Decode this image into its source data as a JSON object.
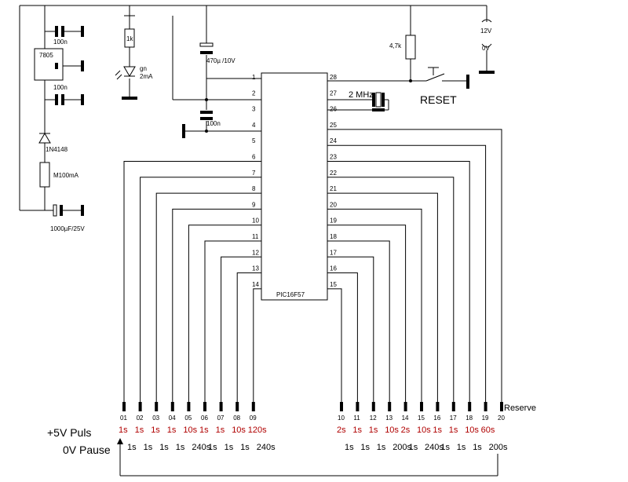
{
  "chip": {
    "name": "PIC16F57"
  },
  "pins_left": [
    "1",
    "2",
    "3",
    "4",
    "5",
    "6",
    "7",
    "8",
    "9",
    "10",
    "11",
    "12",
    "13",
    "14"
  ],
  "pins_right": [
    "28",
    "27",
    "26",
    "25",
    "24",
    "23",
    "22",
    "21",
    "20",
    "19",
    "18",
    "17",
    "16",
    "15"
  ],
  "components": {
    "regulator": "7805",
    "cap_top": "100n",
    "cap_mid": "100n",
    "diode": "1N4148",
    "fuse": "M100mA",
    "cap_bottom": "1000µF/25V",
    "resistor_led": "1k",
    "led_color": "gn",
    "led_current": "2mA",
    "cap_electrolytic": "470µ /10V",
    "cap_chip": "100n",
    "resistor_reset": "4,7k",
    "supply_plus": "12V",
    "supply_minus": "0V",
    "crystal": "2 MHz",
    "reset_label": "RESET"
  },
  "outputs_left": [
    {
      "num": "01",
      "red": "1s",
      "black": "1s"
    },
    {
      "num": "02",
      "red": "1s",
      "black": "1s"
    },
    {
      "num": "03",
      "red": "1s",
      "black": "1s"
    },
    {
      "num": "04",
      "red": "1s",
      "black": "1s"
    },
    {
      "num": "05",
      "red": "10s",
      "black": "240s"
    },
    {
      "num": "06",
      "red": "1s",
      "black": "1s"
    },
    {
      "num": "07",
      "red": "1s",
      "black": "1s"
    },
    {
      "num": "08",
      "red": "10s",
      "black": "1s"
    },
    {
      "num": "09",
      "red": "120s",
      "black": "240s"
    }
  ],
  "outputs_right": [
    {
      "num": "10",
      "red": "2s",
      "black": "1s"
    },
    {
      "num": "11",
      "red": "1s",
      "black": "1s"
    },
    {
      "num": "12",
      "red": "1s",
      "black": "1s"
    },
    {
      "num": "13",
      "red": "10s",
      "black": "200s"
    },
    {
      "num": "14",
      "red": "2s",
      "black": "1s"
    },
    {
      "num": "15",
      "red": "10s",
      "black": "240s"
    },
    {
      "num": "16",
      "red": "1s",
      "black": "1s"
    },
    {
      "num": "17",
      "red": "1s",
      "black": "1s"
    },
    {
      "num": "18",
      "red": "10s",
      "black": "1s"
    },
    {
      "num": "19",
      "red": "60s",
      "black": "200s"
    },
    {
      "num": "20",
      "red": "",
      "black": ""
    }
  ],
  "reserve_label": "Reserve",
  "legend": {
    "puls": "+5V Puls",
    "pause": "0V Pause"
  }
}
